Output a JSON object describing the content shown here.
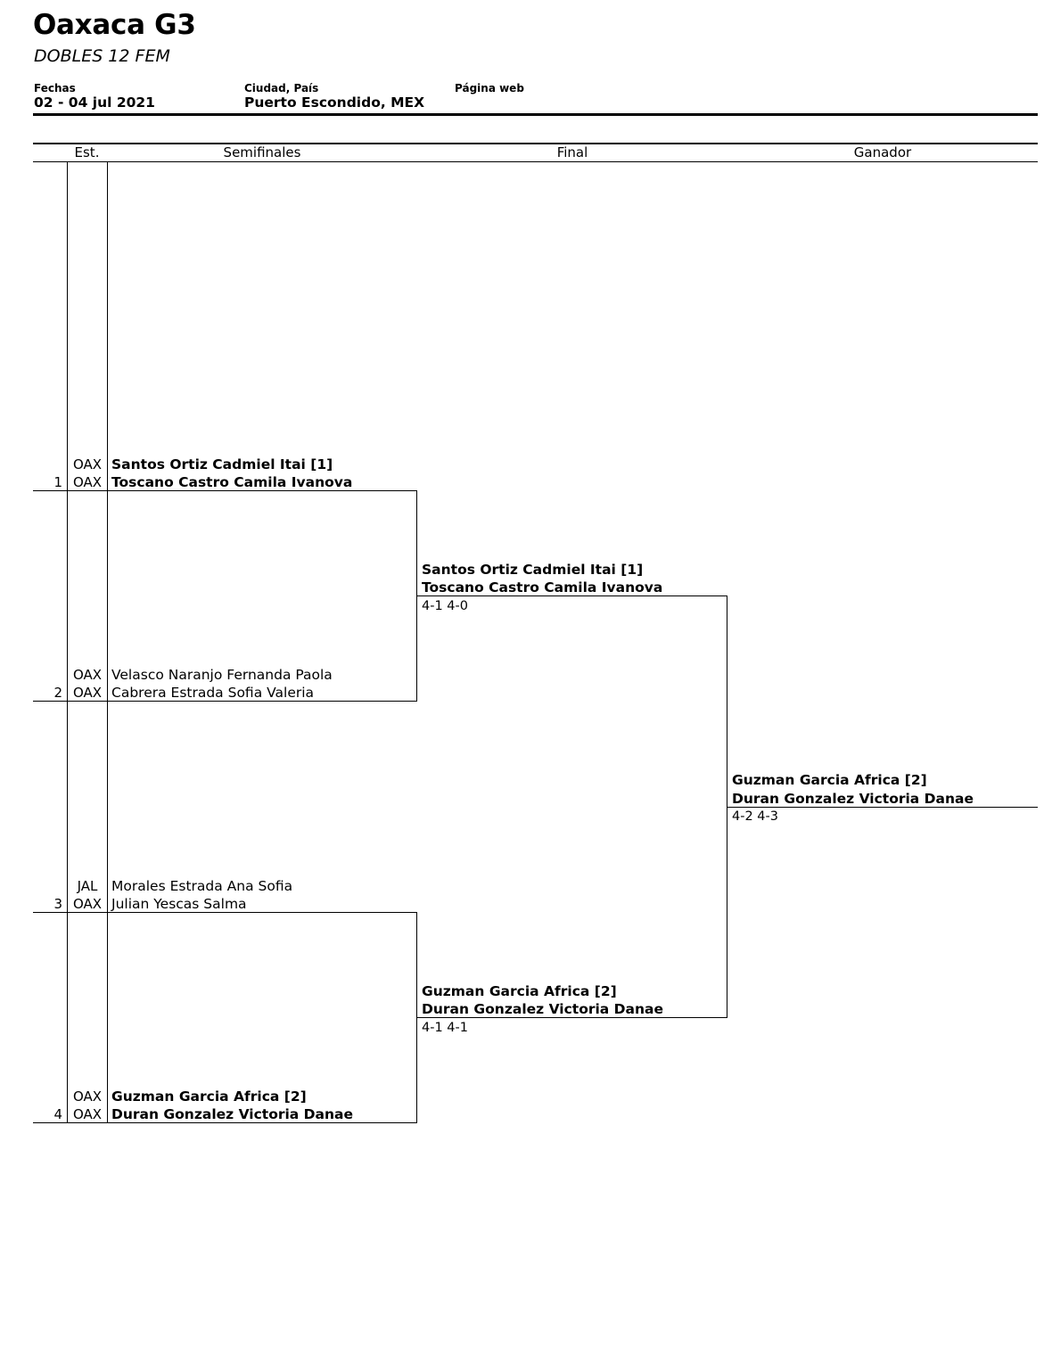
{
  "header": {
    "title": "Oaxaca G3",
    "subtitle": "DOBLES 12 FEM",
    "dates_label": "Fechas",
    "dates_value": "02 - 04 jul 2021",
    "city_label": "Ciudad, País",
    "city_value": "Puerto Escondido, MEX",
    "web_label": "Página web"
  },
  "columns": {
    "state": "Est.",
    "semis": "Semifinales",
    "final": "Final",
    "winner": "Ganador"
  },
  "entries": [
    {
      "seed": "1",
      "state1": "OAX",
      "state2": "OAX",
      "player1": "Santos Ortiz Cadmiel Itai [1]",
      "player2": "Toscano Castro Camila Ivanova"
    },
    {
      "seed": "2",
      "state1": "OAX",
      "state2": "OAX",
      "player1": "Velasco Naranjo Fernanda Paola",
      "player2": "Cabrera Estrada Sofia Valeria"
    },
    {
      "seed": "3",
      "state1": "JAL",
      "state2": "OAX",
      "player1": "Morales Estrada Ana Sofia",
      "player2": "Julian Yescas Salma"
    },
    {
      "seed": "4",
      "state1": "OAX",
      "state2": "OAX",
      "player1": "Guzman Garcia Africa [2]",
      "player2": "Duran Gonzalez Victoria Danae"
    }
  ],
  "semifinals": [
    {
      "player1": "Santos Ortiz Cadmiel Itai [1]",
      "player2": "Toscano Castro Camila Ivanova",
      "score": "4-1 4-0"
    },
    {
      "player1": "Guzman Garcia Africa [2]",
      "player2": "Duran Gonzalez Victoria Danae",
      "score": "4-1 4-1"
    }
  ],
  "winner": {
    "player1": "Guzman Garcia Africa [2]",
    "player2": "Duran Gonzalez Victoria Danae",
    "score": "4-2 4-3"
  }
}
